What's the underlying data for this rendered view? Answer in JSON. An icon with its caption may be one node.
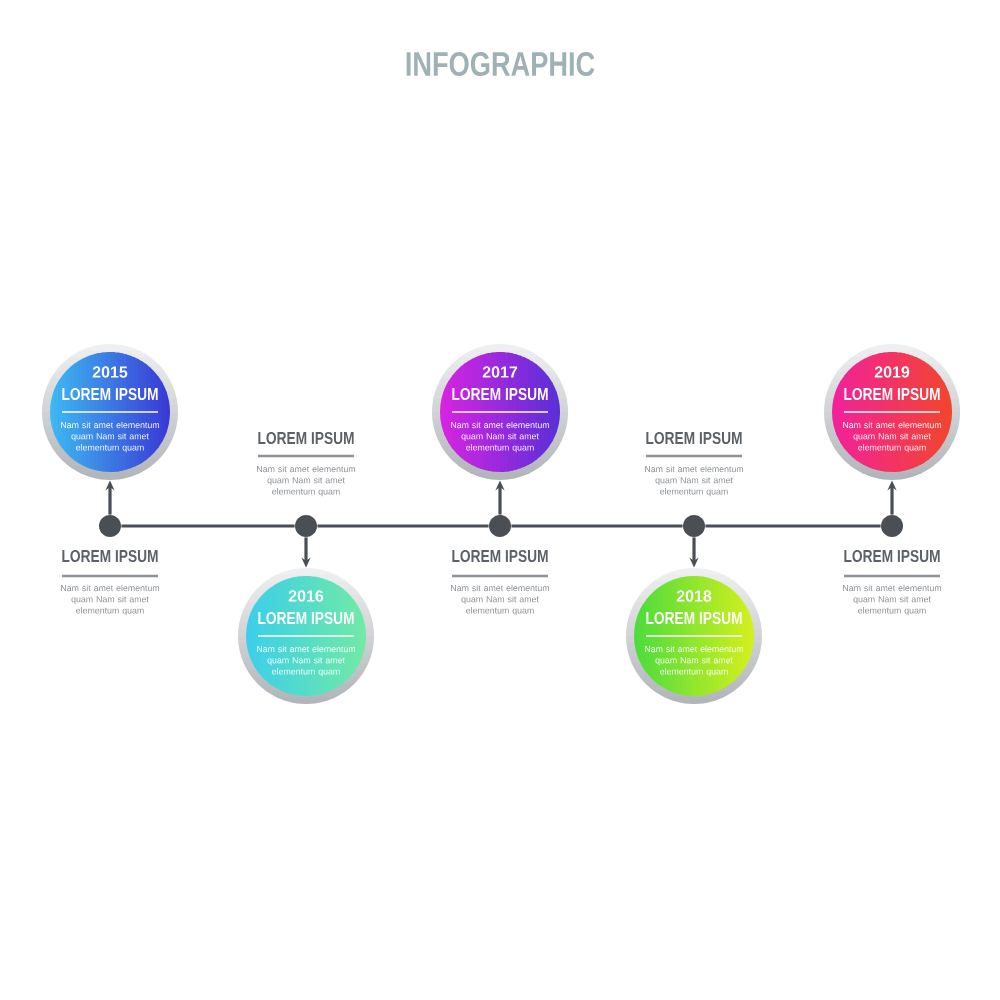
{
  "diagram": {
    "title": "INFOGRAPHIC",
    "nodes": [
      {
        "text": [
          "2015",
          "LOREM IPSUM",
          "Nam sit amet elementum quam Nam sit amet elementum quam"
        ]
      },
      {
        "text": [
          "2016",
          "LOREM IPSUM",
          "Nam sit amet elementum quam Nam sit amet elementum quam"
        ]
      },
      {
        "text": [
          "2017",
          "LOREM IPSUM",
          "Nam sit amet elementum quam Nam sit amet elementum quam"
        ]
      },
      {
        "text": [
          "2018",
          "LOREM IPSUM",
          "Nam sit amet elementum quam Nam sit amet elementum quam"
        ]
      },
      {
        "text": [
          "2019",
          "LOREM IPSUM",
          "Nam sit amet elementum quam Nam sit amet elementum quam"
        ]
      },
      {
        "text": [],
        "shape": "circle",
        "beside": [
          "LOREM IPSUM",
          "Nam sit amet elementum quam Nam sit amet elementum quam"
        ]
      },
      {
        "text": [],
        "shape": "circle",
        "beside": [
          "LOREM IPSUM",
          "Nam sit amet elementum quam Nam sit amet elementum quam"
        ]
      },
      {
        "text": [],
        "shape": "circle",
        "beside": [
          "LOREM IPSUM",
          "Nam sit amet elementum quam Nam sit amet elementum quam"
        ]
      },
      {
        "text": [],
        "shape": "circle",
        "beside": [
          "LOREM IPSUM",
          "Nam sit amet elementum quam Nam sit amet elementum quam"
        ]
      },
      {
        "text": [],
        "shape": "circle",
        "beside": [
          "LOREM IPSUM",
          "Nam sit amet elementum quam Nam sit amet elementum quam"
        ]
      }
    ],
    "edges": [
      {
        "from": 5,
        "to": 0,
        "arrow": "to"
      },
      {
        "from": 6,
        "to": 1,
        "arrow": "to"
      },
      {
        "from": 7,
        "to": 2,
        "arrow": "to"
      },
      {
        "from": 8,
        "to": 3,
        "arrow": "to"
      },
      {
        "from": 9,
        "to": 4,
        "arrow": "to"
      },
      {
        "from": 5,
        "to": 6,
        "arrow": "none"
      },
      {
        "from": 6,
        "to": 7,
        "arrow": "none"
      },
      {
        "from": 7,
        "to": 8,
        "arrow": "none"
      },
      {
        "from": 8,
        "to": 9,
        "arrow": "none"
      }
    ]
  }
}
